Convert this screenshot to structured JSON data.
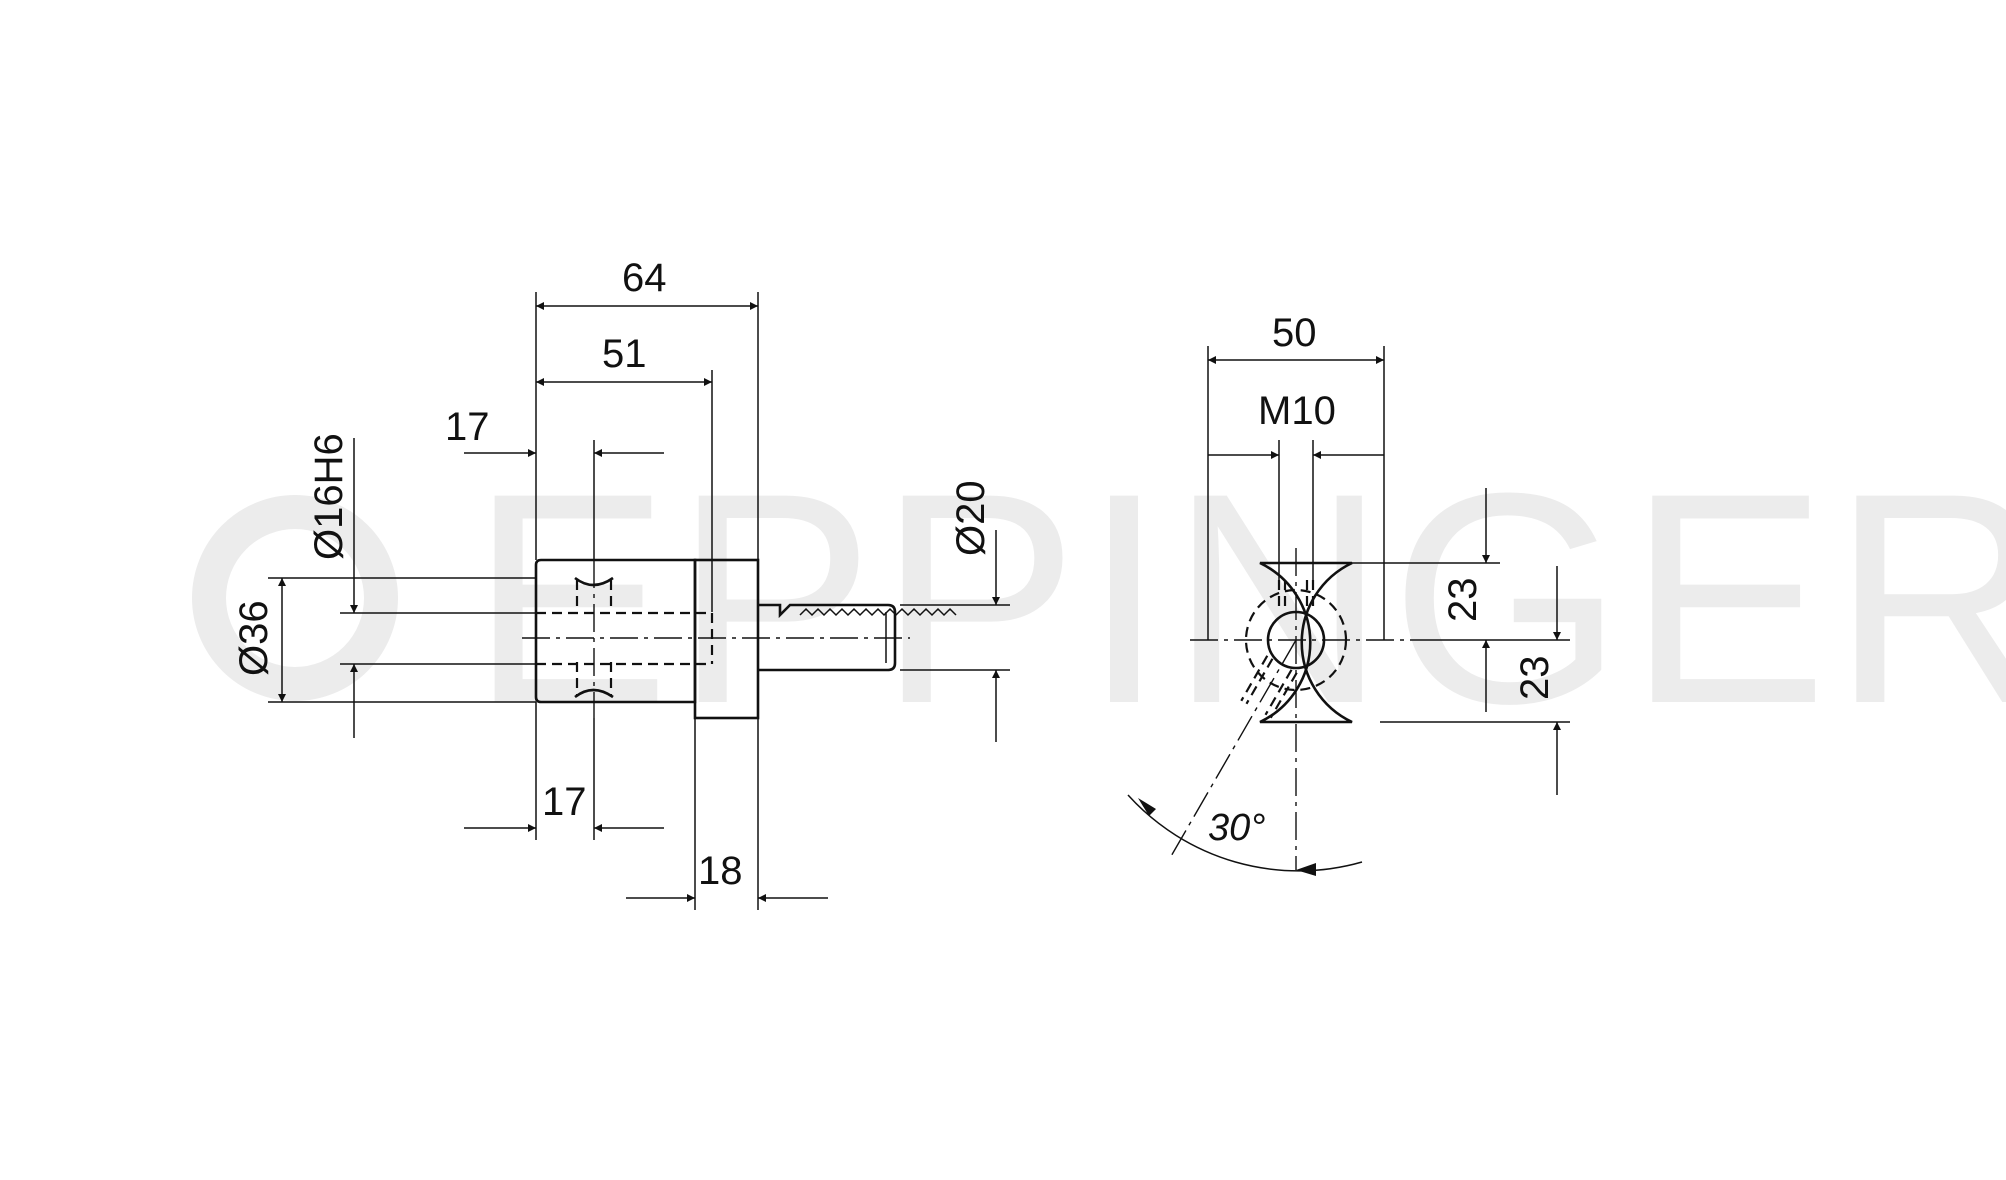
{
  "watermark": {
    "text": "EPPINGER"
  },
  "side_view": {
    "dim_overall_length": "64",
    "dim_length_to_flange": "51",
    "dim_groove_top": "17",
    "dim_groove_bottom": "17",
    "dim_flange_width": "18",
    "dim_bore": "Ø16H6",
    "dim_body_diameter": "Ø36",
    "dim_thread_diameter": "Ø20"
  },
  "front_view": {
    "dim_width": "50",
    "dim_thread": "M10",
    "dim_upper_offset": "23",
    "dim_lower_offset": "23",
    "dim_angle": "30°"
  }
}
